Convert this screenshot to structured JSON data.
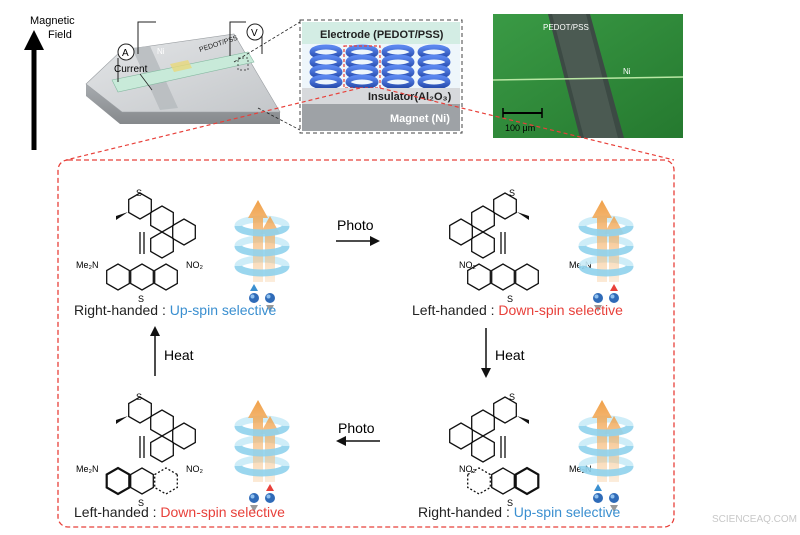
{
  "device": {
    "axis_label_line1": "Magnetic",
    "axis_label_line2": "Field",
    "ammeter": "A",
    "voltmeter": "V",
    "current_label": "Current",
    "ni_label": "Ni",
    "pedot_label": "PEDOT/PSS"
  },
  "cross_section": {
    "electrode_label": "Electrode (PEDOT/PSS)",
    "insulator_label": "Insulator(Al₂O₃)",
    "magnet_label": "Magnet (Ni)"
  },
  "micrograph": {
    "pedot_label": "PEDOT/PSS",
    "ni_label": "Ni",
    "scalebar_label": "100 μm"
  },
  "molecule_labels": {
    "sulfur": "S",
    "amine": "Me₂N",
    "nitro": "NO₂"
  },
  "cycle": {
    "top_arrow_label": "Photo",
    "right_arrow_label": "Heat",
    "bottom_arrow_label": "Photo",
    "left_arrow_label": "Heat",
    "states": [
      {
        "handedness": "Right-handed",
        "separator": " : ",
        "selectivity": "Up-spin selective",
        "selectivity_color": "#3a8fd0"
      },
      {
        "handedness": "Left-handed",
        "separator": " : ",
        "selectivity": "Down-spin selective",
        "selectivity_color": "#e8403a"
      },
      {
        "handedness": "Right-handed",
        "separator": " : ",
        "selectivity": "Up-spin selective",
        "selectivity_color": "#3a8fd0"
      },
      {
        "handedness": "Left-handed",
        "separator": " : ",
        "selectivity": "Down-spin selective",
        "selectivity_color": "#e8403a"
      }
    ]
  },
  "watermark": "SCIENCEAQ.COM",
  "colors": {
    "dashed_frame": "#e8403a",
    "spring_blue": "#3a6fd8",
    "helix_cyan": "#a9dcf0",
    "arrow_orange": "#f0ae5e",
    "micrograph_green": "#2e8a3a"
  }
}
